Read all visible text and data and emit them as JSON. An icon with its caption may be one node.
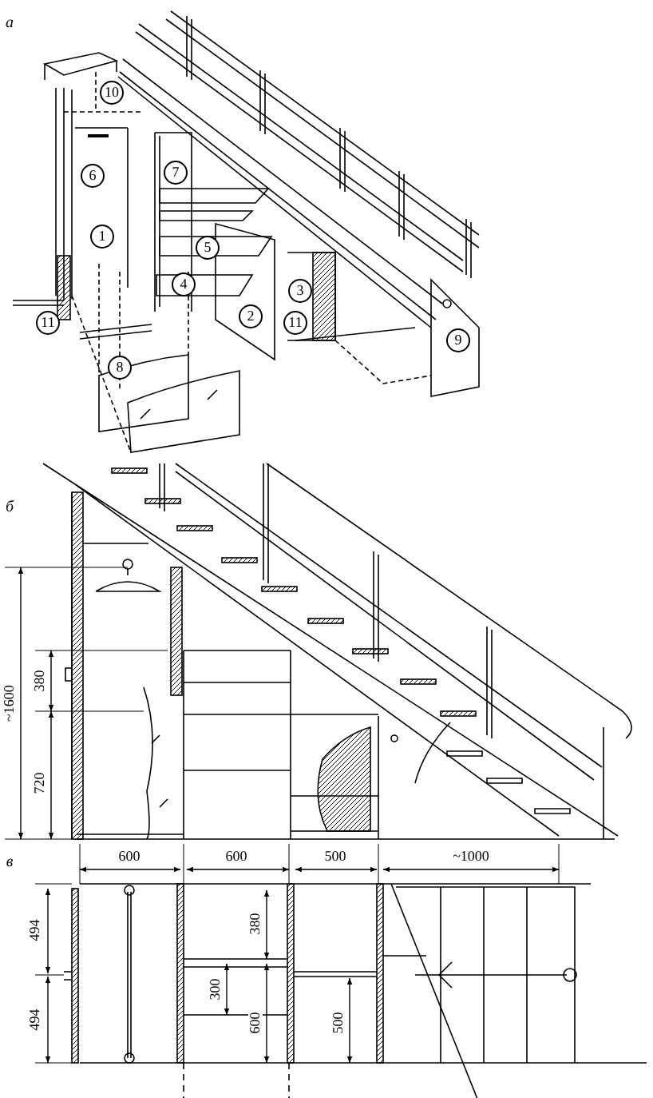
{
  "diagram": {
    "labels": [
      "а",
      "10",
      "6",
      "7",
      "1",
      "5",
      "4",
      "3",
      "2",
      "11",
      "11",
      "9",
      "8",
      "б",
      "~1600",
      "380",
      "720",
      "600",
      "600",
      "500",
      "~1000",
      "в",
      "494",
      "380",
      "300",
      "494",
      "600",
      "500"
    ]
  }
}
